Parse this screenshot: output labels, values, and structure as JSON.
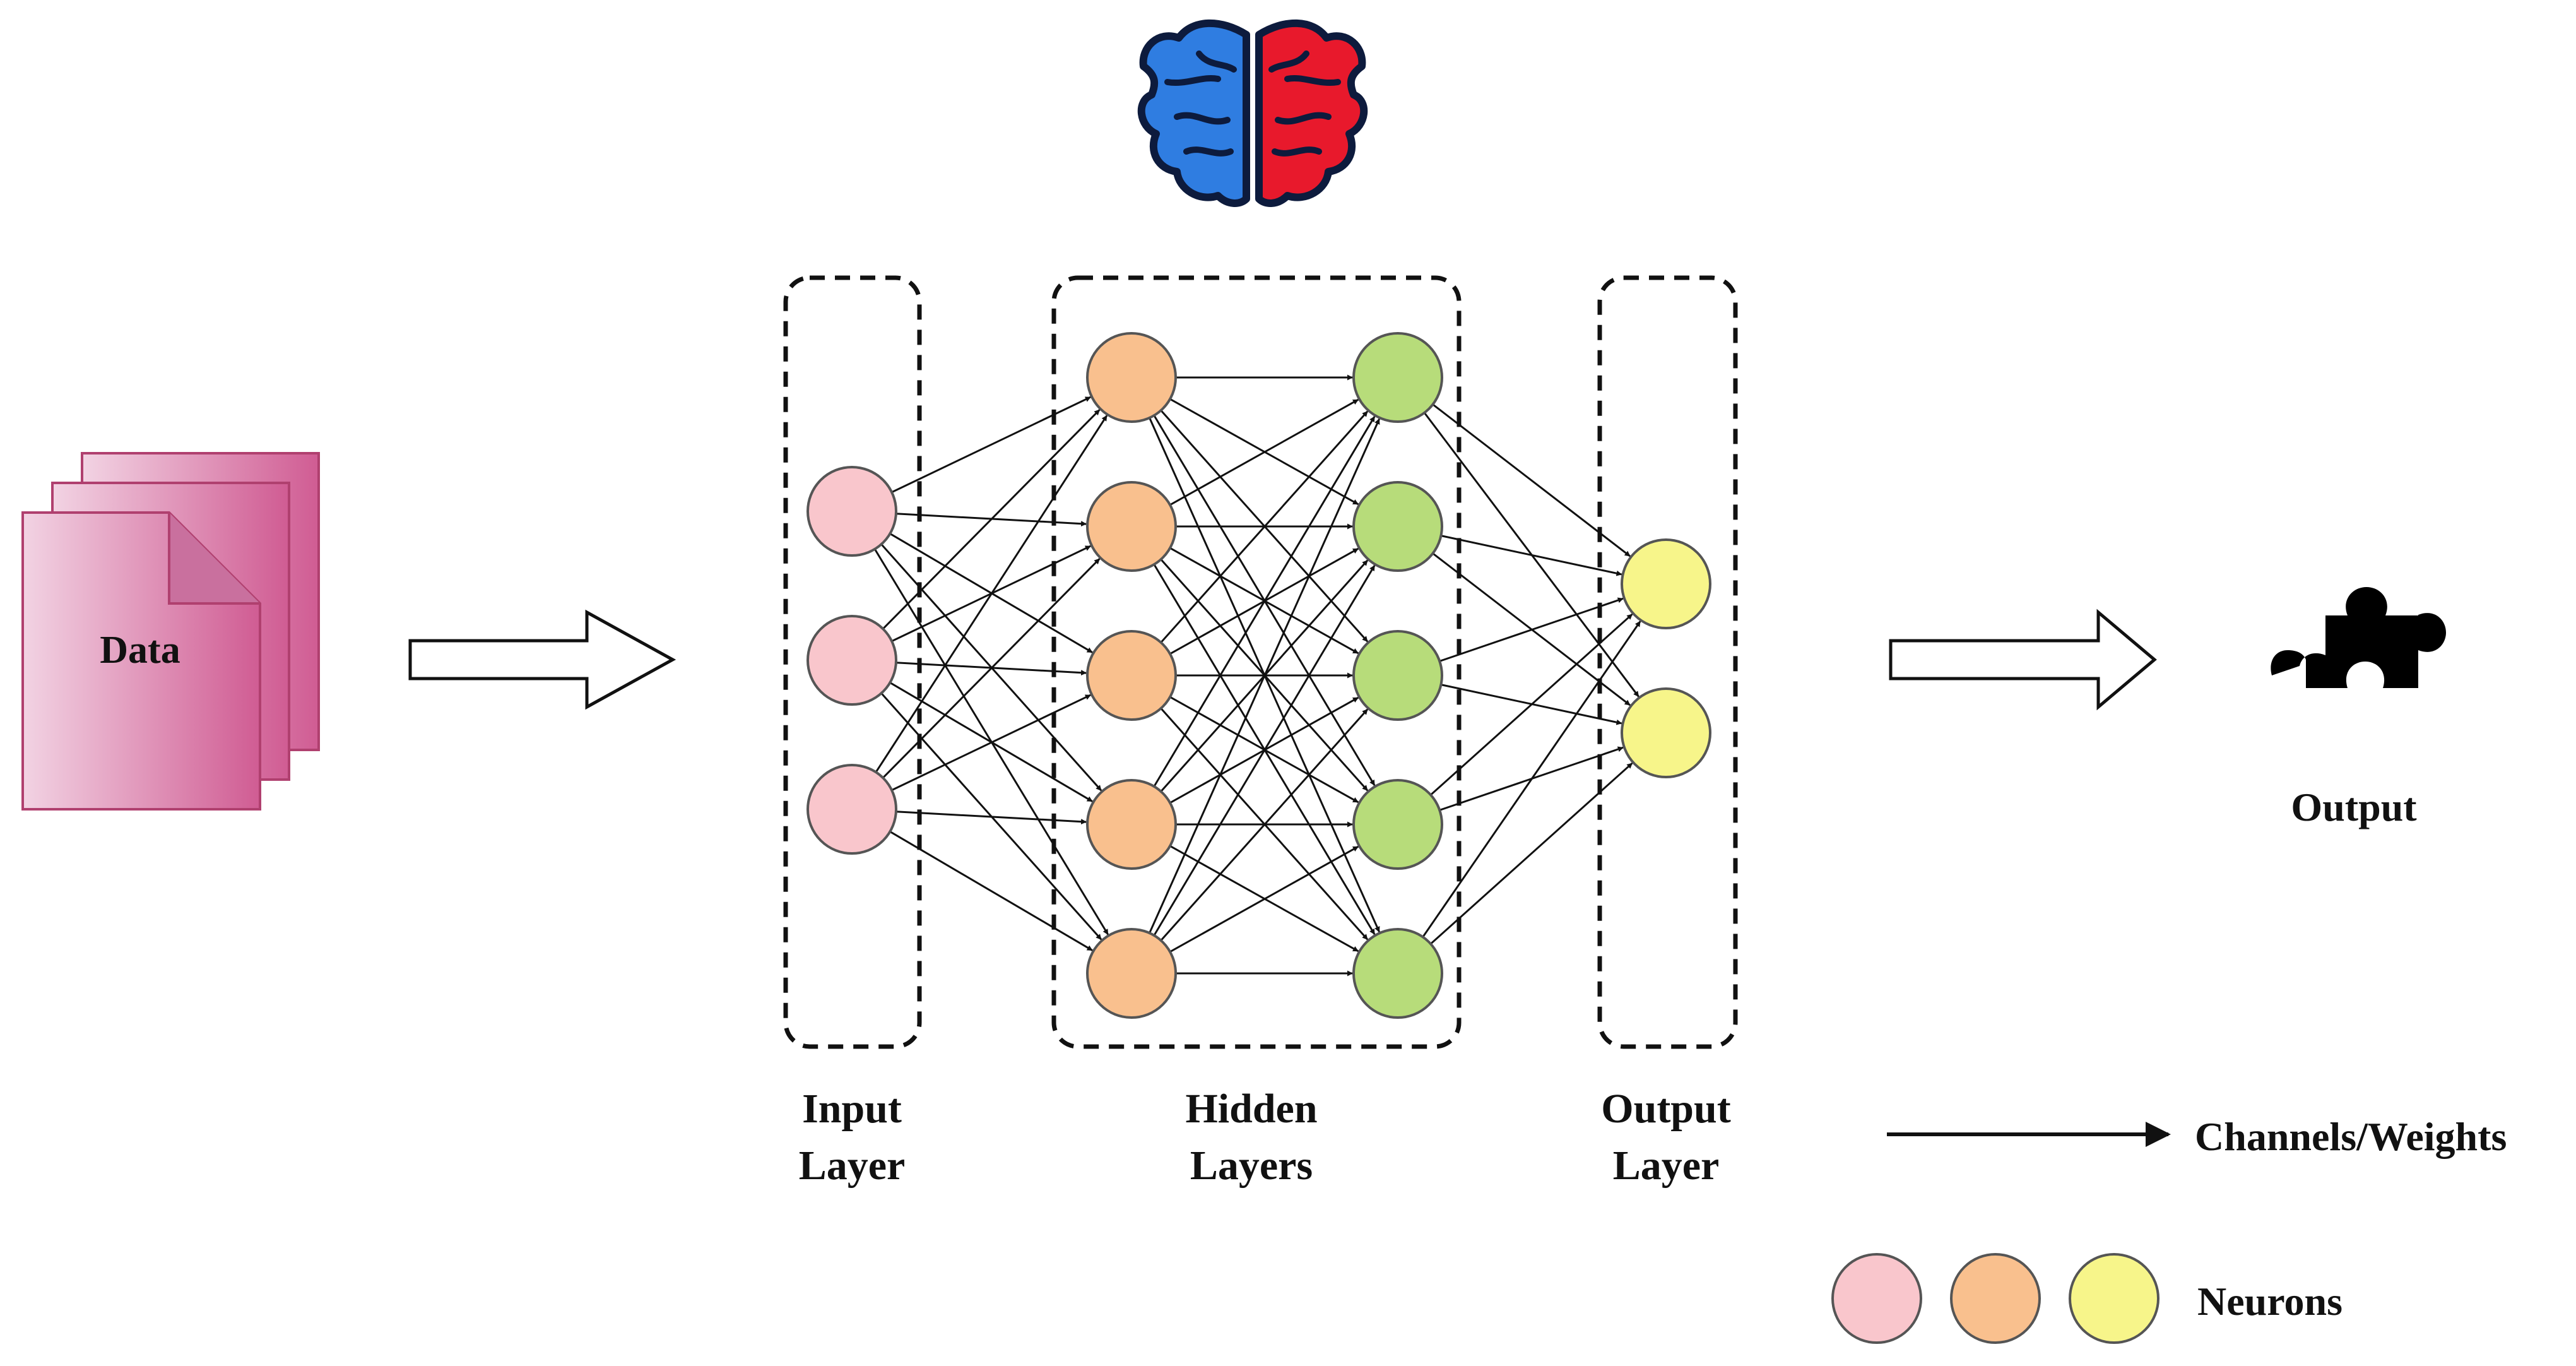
{
  "data_label": "Data",
  "layers": {
    "input": {
      "line1": "Input",
      "line2": "Layer",
      "neurons": 3
    },
    "hidden": {
      "line1": "Hidden",
      "line2": "Layers",
      "columns": 2,
      "neurons_per_column": 5
    },
    "output": {
      "line1": "Output",
      "line2": "Layer",
      "neurons": 2
    }
  },
  "output_label": "Output",
  "legend": {
    "weights_label": "Channels/Weights",
    "neurons_label": "Neurons"
  },
  "icons": {
    "top": "brain-icon",
    "result": "puzzle-piece-icon",
    "data": "document-stack-icon"
  },
  "colors": {
    "input_neuron": "#f9c6cc",
    "hidden_neuron_1": "#f9c08e",
    "hidden_neuron_2": "#b7dc7a",
    "output_neuron": "#f7f58a",
    "data_docs": "#d66b9c",
    "brain_left": "#2f7de1",
    "brain_right": "#e8192c"
  }
}
